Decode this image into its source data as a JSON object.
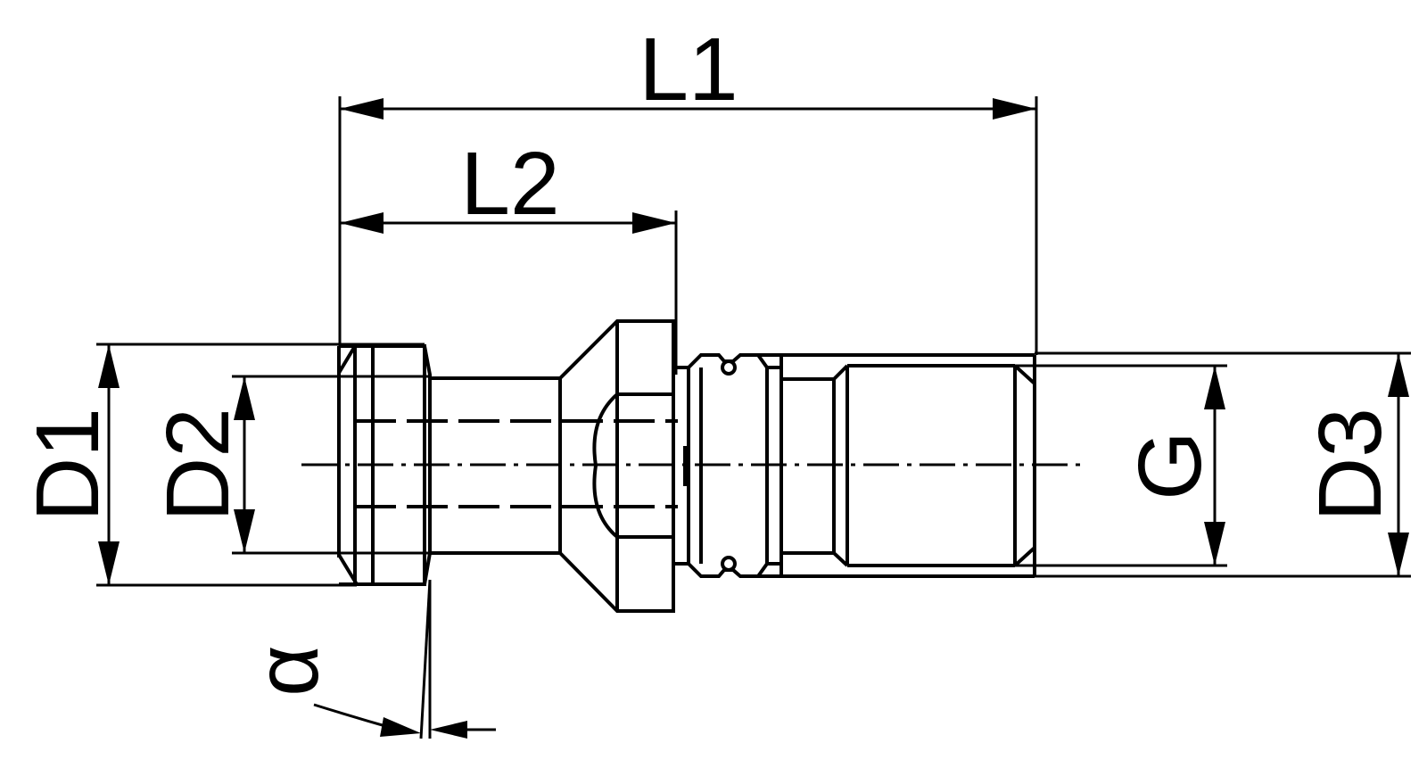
{
  "labels": {
    "L1": "L1",
    "L2": "L2",
    "D1": "D1",
    "D2": "D2",
    "D3": "D3",
    "G": "G",
    "alpha": "α"
  }
}
